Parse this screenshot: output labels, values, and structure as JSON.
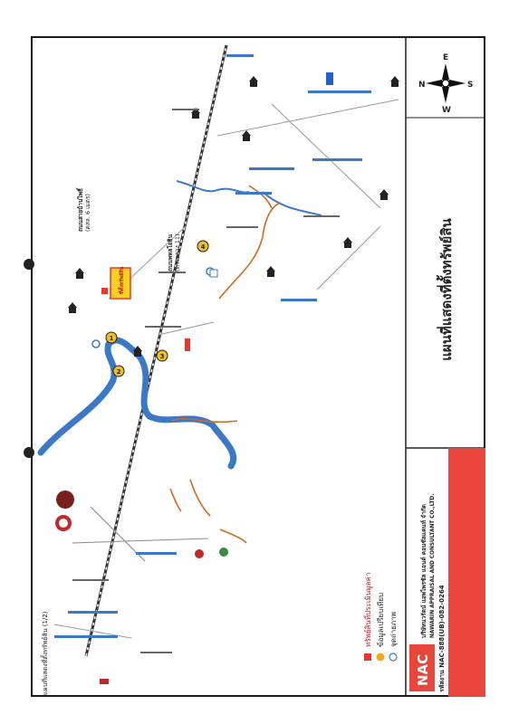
{
  "map": {
    "title": "แผนที่แสดงที่ตั้งทรัพย์สิน",
    "header_label": "แผนที่แสดงที่ตั้งทรัพย์สิน (1/2)",
    "compass": {
      "n": "N",
      "s": "S",
      "e": "E",
      "w": "W"
    },
    "subject_label": "ที่ตั้งทรัพย์สิน",
    "markers": [
      "1",
      "2",
      "3",
      "4"
    ],
    "roads": {
      "r1": "ถนนพหลโยธิน",
      "r2": "(ทางหลวง 11)",
      "r3": "ถนนสายบ้านไพธิ์",
      "r4": "(คสล. 6 เมตร)"
    },
    "colors": {
      "river": "#3c78c8",
      "subject": "#e8382c",
      "road": "#d2691e",
      "rail": "#444444",
      "accent": "#f0a81e",
      "footer_bar": "#e8453c"
    }
  },
  "legend": {
    "item1": "ทรัพย์สินที่ประเมินมูลค่า",
    "item2": "ข้อมูลเปรียบเทียบ",
    "item3": "จุดถ่ายภาพ"
  },
  "company": {
    "logo_text": "NAC",
    "name_th": "บริษัทนวรัตน์ แอพไพรซัล แอนด์ คอนซัลแตนท์ จำกัด",
    "name_en": "NAWARIN APPRAISAL AND CONSULTANT CO.,LTD.",
    "doc_code": "รหัสงาน NAC-888(UB)-082-0264"
  }
}
